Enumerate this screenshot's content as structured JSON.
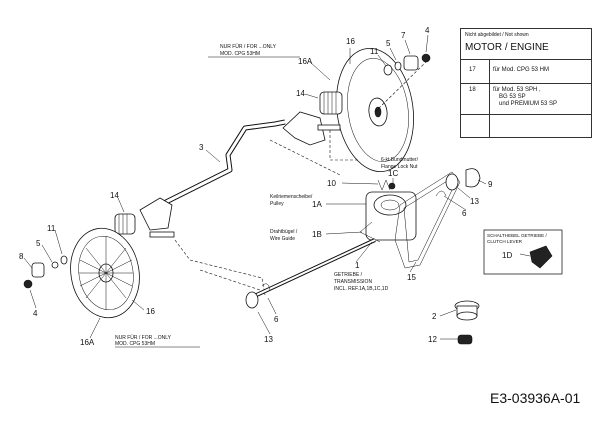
{
  "note_top": {
    "line1": "NUR FÜR / FOR ...ONLY",
    "line2": "MOD. CPG 53HM"
  },
  "note_bottom": {
    "line1": "NUR FÜR / FOR ...ONLY",
    "line2": "MOD. CPG 53HM"
  },
  "table": {
    "header": "Nicht abgebildet / Not shown",
    "title": "MOTOR / ENGINE",
    "rows": [
      {
        "num": "17",
        "l1": "für Mod. CPG 53 HM",
        "l2": "",
        "l3": ""
      },
      {
        "num": "18",
        "l1": "für  Mod. 53 SPH ,",
        "l2": "BG 53 SP",
        "l3": "und  PREMIUM 53 SP"
      }
    ]
  },
  "callouts": {
    "c1": "1",
    "c1a": "1A",
    "c1b": "1B",
    "c1c": "1C",
    "c1d": "1D",
    "c2": "2",
    "c3": "3",
    "c4a": "4",
    "c4b": "4",
    "c5a": "5",
    "c5b": "5",
    "c6a": "6",
    "c6b": "6",
    "c7": "7",
    "c8": "8",
    "c9": "9",
    "c10": "10",
    "c11a": "11",
    "c11b": "11",
    "c12": "12",
    "c13a": "13",
    "c13b": "13",
    "c14a": "14",
    "c14b": "14",
    "c15": "15",
    "c16a": "16",
    "c16b": "16",
    "c16Aa": "16A",
    "c16Ab": "16A"
  },
  "labels": {
    "pulley1": "Keilriemenscheibe/",
    "pulley2": "Pulley",
    "wire1": "Drahtbügel /",
    "wire2": "Wire Guide",
    "nut1": "6-kt.Bundmutter/",
    "nut2": "Flange Lock Nut",
    "trans1": "GETRIEBE /",
    "trans2": "TRANSMISSION",
    "trans3": "INCL. REF.1A,1B,1C,1D",
    "lever1": "SCHALTHEBEL GETRIEBE /",
    "lever2": "CLUTCH LEVER"
  },
  "drawing_code": "E3-03936A-01"
}
